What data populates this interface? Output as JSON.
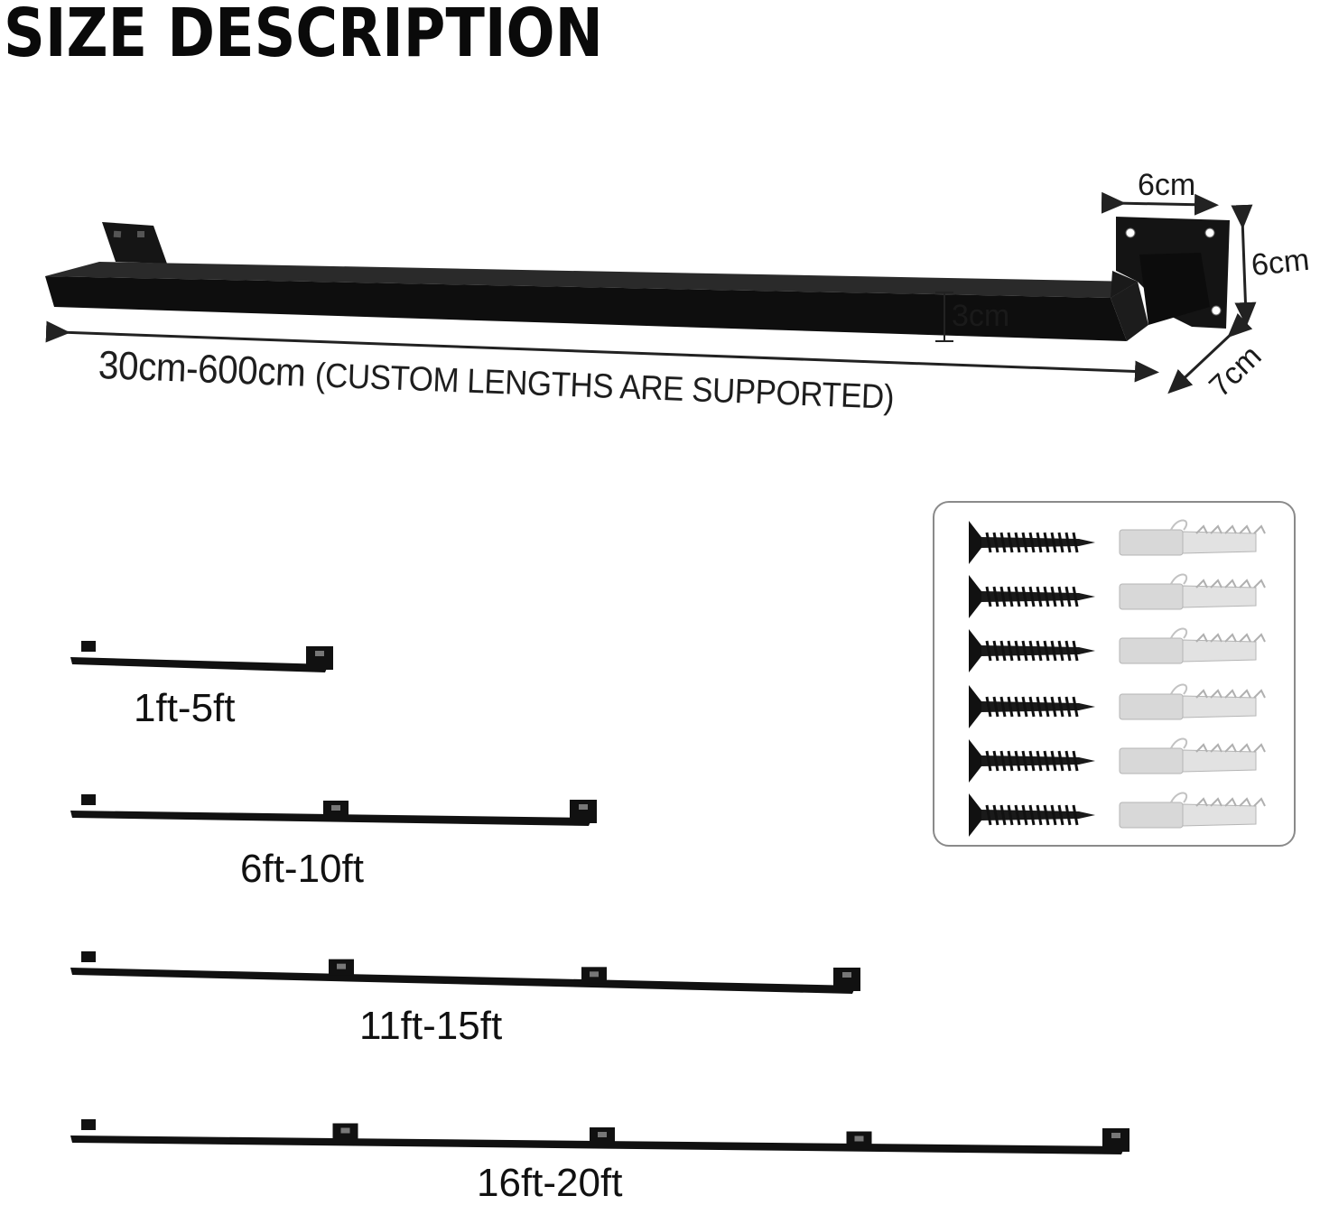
{
  "title": "SIZE DESCRIPTION",
  "dimensions": {
    "bracket_width": "6cm",
    "bracket_height": "6cm",
    "bracket_depth": "7cm",
    "bar_thickness": "3cm"
  },
  "length": {
    "range": "30cm-600cm",
    "note": "(CUSTOM LENGTHS ARE SUPPORTED)"
  },
  "options": [
    {
      "label": "1ft-5ft",
      "brackets": 2
    },
    {
      "label": "6ft-10ft",
      "brackets": 3
    },
    {
      "label": "11ft-15ft",
      "brackets": 4
    },
    {
      "label": "16ft-20ft",
      "brackets": 5
    }
  ],
  "hardware": {
    "screws": 6,
    "anchors": 6
  },
  "colors": {
    "metal": "#111111",
    "anchor": "#d8d8d8",
    "box_border": "#8a8a8a"
  }
}
